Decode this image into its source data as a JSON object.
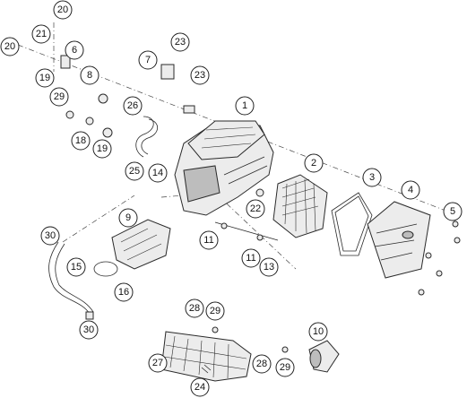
{
  "callouts": [
    {
      "label": "1"
    },
    {
      "label": "2"
    },
    {
      "label": "3"
    },
    {
      "label": "4"
    },
    {
      "label": "5"
    },
    {
      "label": "6"
    },
    {
      "label": "7"
    },
    {
      "label": "8"
    },
    {
      "label": "9"
    },
    {
      "label": "10"
    },
    {
      "label": "11"
    },
    {
      "label": "11"
    },
    {
      "label": "13"
    },
    {
      "label": "14"
    },
    {
      "label": "15"
    },
    {
      "label": "16"
    },
    {
      "label": "18"
    },
    {
      "label": "19"
    },
    {
      "label": "19"
    },
    {
      "label": "20"
    },
    {
      "label": "20"
    },
    {
      "label": "21"
    },
    {
      "label": "22"
    },
    {
      "label": "23"
    },
    {
      "label": "23"
    },
    {
      "label": "24"
    },
    {
      "label": "25"
    },
    {
      "label": "26"
    },
    {
      "label": "27"
    },
    {
      "label": "28"
    },
    {
      "label": "28"
    },
    {
      "label": "29"
    },
    {
      "label": "29"
    },
    {
      "label": "29"
    },
    {
      "label": "30"
    },
    {
      "label": "30"
    }
  ]
}
